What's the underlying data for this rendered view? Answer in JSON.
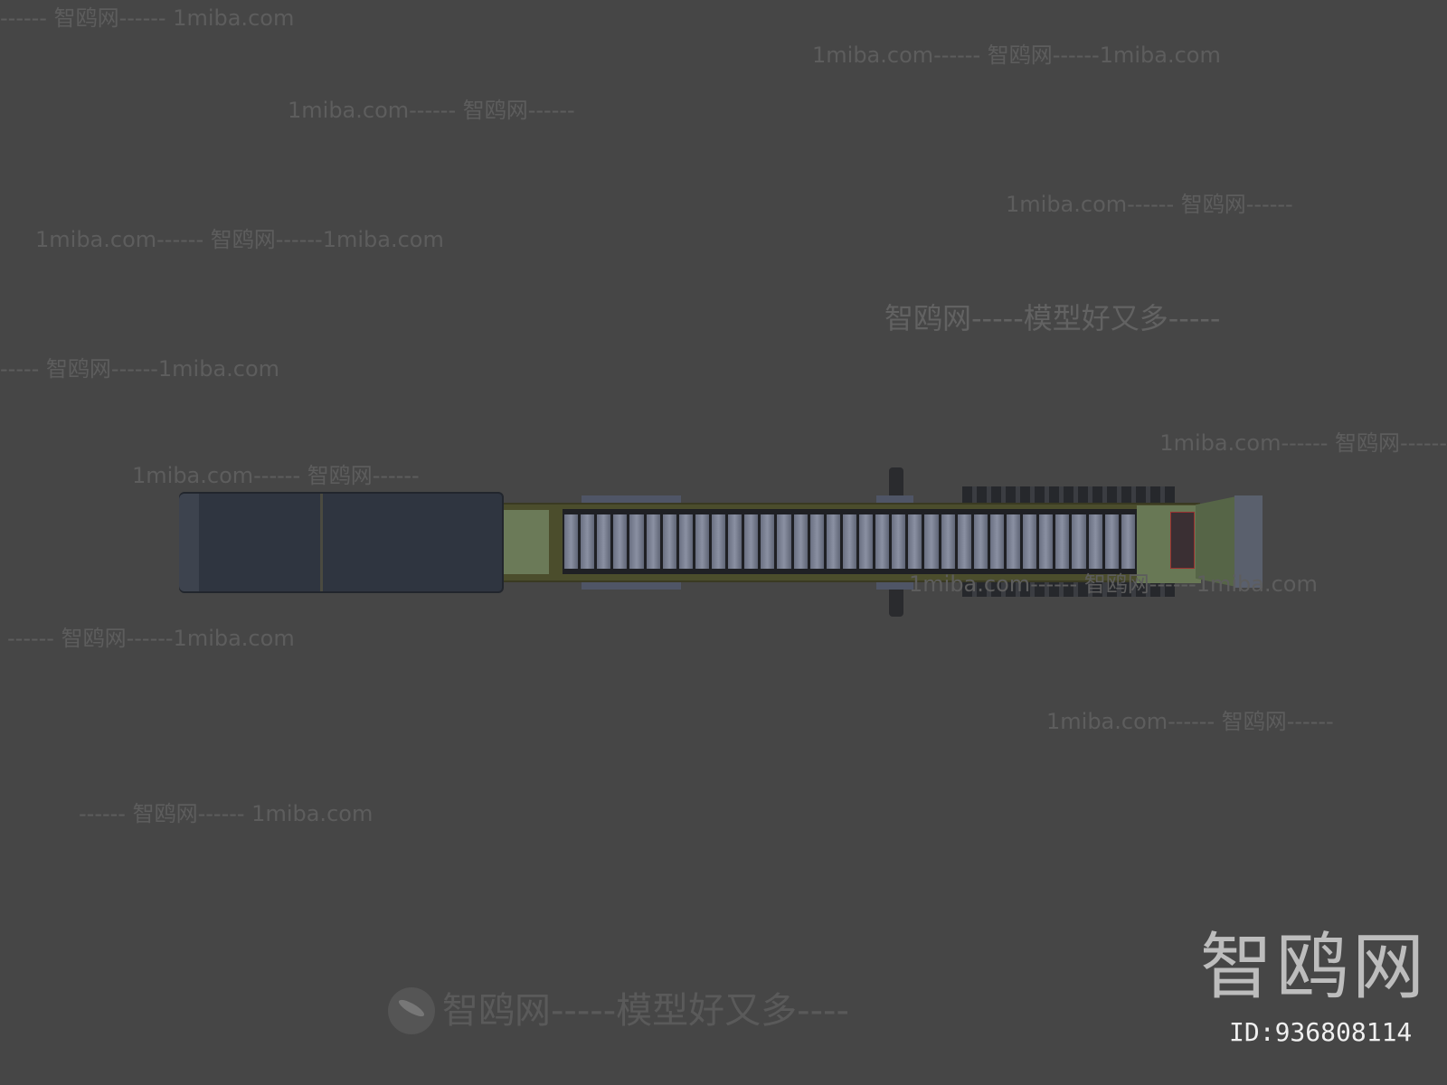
{
  "watermarks": [
    "------ 智鸥网------  1miba.com",
    "1miba.com------ 智鸥网------1miba.com",
    "1miba.com------ 智鸥网------",
    "1miba.com------ 智鸥网------",
    "1miba.com------ 智鸥网------1miba.com",
    "智鸥网-----模型好又多-----",
    "----- 智鸥网------1miba.com",
    "1miba.com------ 智鸥网------",
    "1miba.com------ 智鸥网------",
    "1miba.com------ 智鸥网------1miba.com",
    "------ 智鸥网------1miba.com",
    "1miba.com------ 智鸥网------",
    "------ 智鸥网------ 1miba.com"
  ],
  "bottom_slogan": "智鸥网-----模型好又多----",
  "logo_text": "智鸥网",
  "id_label": "ID:936808114",
  "colors": {
    "background": "#464646",
    "suppressor": "#2f3540",
    "receiver": "#4a4c2a",
    "ribs": "#7d8394",
    "rail": "#2a2c30"
  }
}
